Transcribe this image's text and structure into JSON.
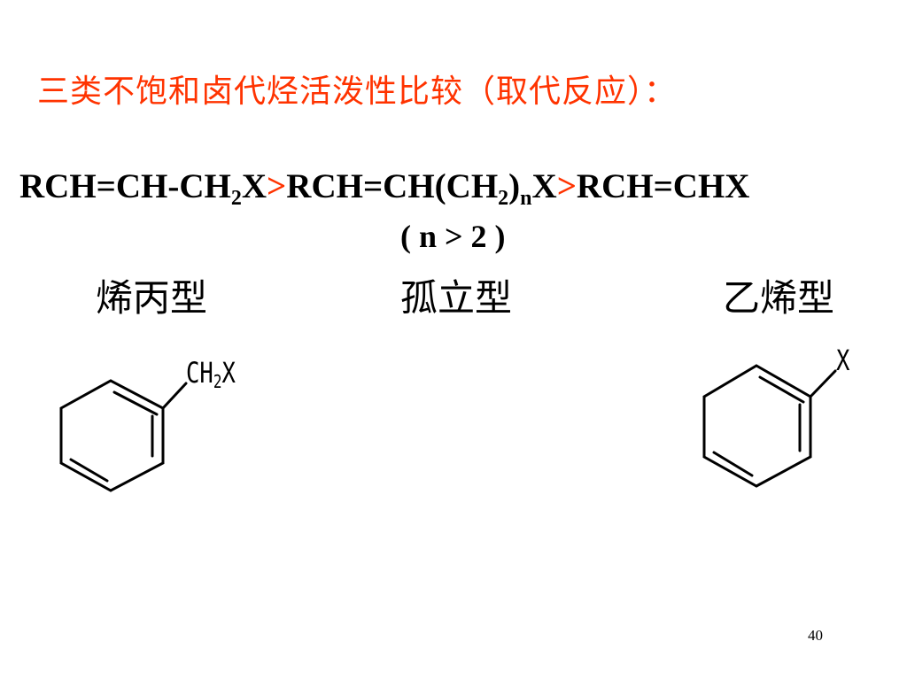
{
  "slide": {
    "title": "三类不饱和卤代烃活泼性比较（取代反应）：",
    "equation": {
      "part1": "RCH=CH-CH",
      "part1_sub": "2",
      "part1_end": "X",
      "op1": ">",
      "part2": "RCH=CH(CH",
      "part2_sub1": "2",
      "part2_mid": ")",
      "part2_sub2": "n",
      "part2_end": "X",
      "op2": ">",
      "part3": "RCH=CHX"
    },
    "condition": "( n > 2 )",
    "types": {
      "allyl": "烯丙型",
      "isolated": "孤立型",
      "vinyl": "乙烯型"
    },
    "molecules": {
      "benzyl_label_main": "CH",
      "benzyl_label_sub": "2",
      "benzyl_label_end": "X",
      "aryl_label": "X"
    },
    "page_number": "40"
  },
  "colors": {
    "title": "#ff3300",
    "operator": "#ff3300",
    "text": "#000000",
    "background": "#ffffff"
  }
}
